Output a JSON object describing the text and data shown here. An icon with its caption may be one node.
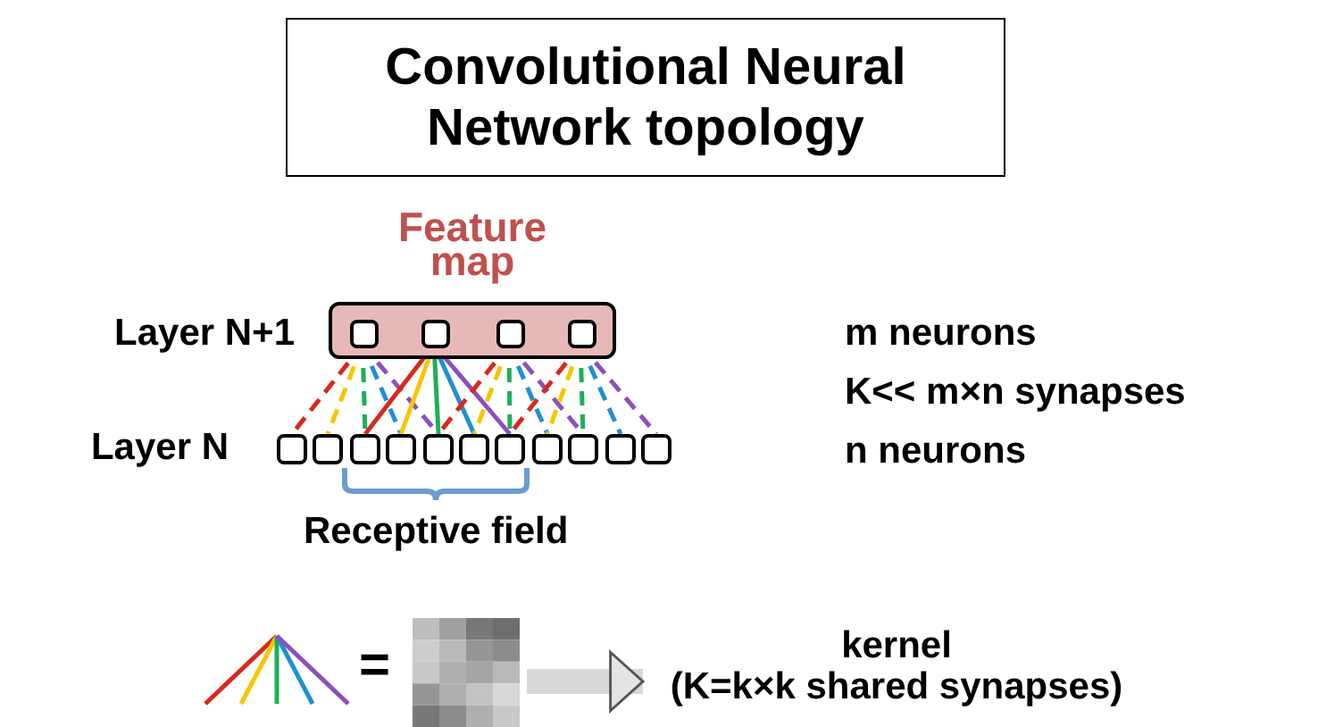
{
  "diagram": {
    "nodes": [
      {
        "text": [
          "Convolutional Neural Network topology"
        ]
      },
      {
        "text": [
          "Feature map"
        ]
      },
      {
        "text": [],
        "shape": "box",
        "in": 1
      },
      {
        "text": [],
        "shape": "box",
        "in": 1
      },
      {
        "text": [],
        "shape": "box",
        "in": 1
      },
      {
        "text": [],
        "shape": "box",
        "in": 1
      },
      {
        "text": [],
        "shape": "box"
      },
      {
        "text": [],
        "shape": "box"
      },
      {
        "text": [],
        "shape": "box"
      },
      {
        "text": [],
        "shape": "box"
      },
      {
        "text": [],
        "shape": "box"
      },
      {
        "text": [],
        "shape": "box"
      },
      {
        "text": [],
        "shape": "box"
      },
      {
        "text": [],
        "shape": "box"
      },
      {
        "text": [],
        "shape": "box"
      },
      {
        "text": [],
        "shape": "box"
      },
      {
        "text": [],
        "shape": "box"
      },
      {
        "text": [],
        "shape": "grid"
      },
      {
        "text": [
          "kernel (K=k×k shared synapses)"
        ]
      }
    ],
    "edges": [
      {
        "from": 2,
        "to": 6,
        "arrow": "none",
        "style": "dashed",
        "color": "#d62a1e"
      },
      {
        "from": 2,
        "to": 7,
        "arrow": "none",
        "style": "dashed",
        "color": "#f7c600"
      },
      {
        "from": 2,
        "to": 8,
        "arrow": "none",
        "style": "dashed",
        "color": "#1fae5a"
      },
      {
        "from": 2,
        "to": 9,
        "arrow": "none",
        "style": "dashed",
        "color": "#1f8fd6"
      },
      {
        "from": 2,
        "to": 10,
        "arrow": "none",
        "style": "dashed",
        "color": "#8c4fbf"
      },
      {
        "from": 3,
        "to": 8,
        "arrow": "none",
        "color": "#d62a1e"
      },
      {
        "from": 3,
        "to": 9,
        "arrow": "none",
        "color": "#f7c600"
      },
      {
        "from": 3,
        "to": 10,
        "arrow": "none",
        "color": "#1fae5a"
      },
      {
        "from": 3,
        "to": 11,
        "arrow": "none",
        "color": "#1f8fd6"
      },
      {
        "from": 3,
        "to": 12,
        "arrow": "none",
        "color": "#8c4fbf"
      },
      {
        "from": 4,
        "to": 10,
        "arrow": "none",
        "style": "dashed",
        "color": "#d62a1e"
      },
      {
        "from": 4,
        "to": 11,
        "arrow": "none",
        "style": "dashed",
        "color": "#f7c600"
      },
      {
        "from": 4,
        "to": 12,
        "arrow": "none",
        "style": "dashed",
        "color": "#1fae5a"
      },
      {
        "from": 4,
        "to": 13,
        "arrow": "none",
        "style": "dashed",
        "color": "#1f8fd6"
      },
      {
        "from": 4,
        "to": 14,
        "arrow": "none",
        "style": "dashed",
        "color": "#8c4fbf"
      },
      {
        "from": 5,
        "to": 12,
        "arrow": "none",
        "style": "dashed",
        "color": "#d62a1e"
      },
      {
        "from": 5,
        "to": 13,
        "arrow": "none",
        "style": "dashed",
        "color": "#f7c600"
      },
      {
        "from": 5,
        "to": 14,
        "arrow": "none",
        "style": "dashed",
        "color": "#1fae5a"
      },
      {
        "from": 5,
        "to": 15,
        "arrow": "none",
        "style": "dashed",
        "color": "#1f8fd6"
      },
      {
        "from": 5,
        "to": 16,
        "arrow": "none",
        "style": "dashed",
        "color": "#8c4fbf"
      },
      {
        "from": 17,
        "to": 18,
        "arrow": "to",
        "style": "thick",
        "color": "#d8d8d8"
      }
    ],
    "labels": [
      "Layer N+1",
      "m neurons",
      "K<< m×n synapses",
      "Layer N",
      "n neurons",
      "Receptive field",
      "="
    ]
  }
}
